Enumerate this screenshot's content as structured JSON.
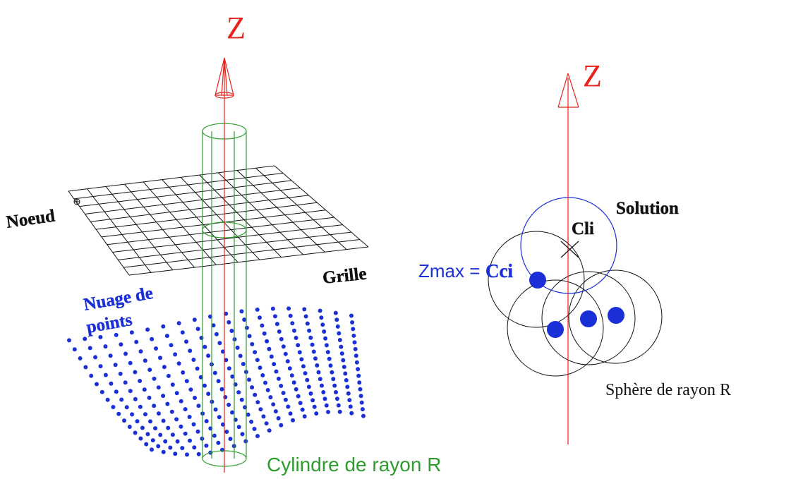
{
  "colors": {
    "axis": "#e8231c",
    "cylinder": "#2e9c2e",
    "points": "#1a2fd6",
    "grid": "#111111",
    "sphere": "#111111",
    "solution_sphere": "#1a2fd6"
  },
  "left": {
    "axis_label": "Z",
    "node_label": "Noeud",
    "grid_label": "Grille",
    "cloud_label_line1": "Nuage de",
    "cloud_label_line2": "points",
    "cylinder_label": "Cylindre de rayon R"
  },
  "right": {
    "axis_label": "Z",
    "solution_label": "Solution",
    "cli_label": "Cli",
    "zmax_prefix": "Zmax =",
    "cci_label": "Cci",
    "sphere_label": "Sphère de rayon R"
  }
}
